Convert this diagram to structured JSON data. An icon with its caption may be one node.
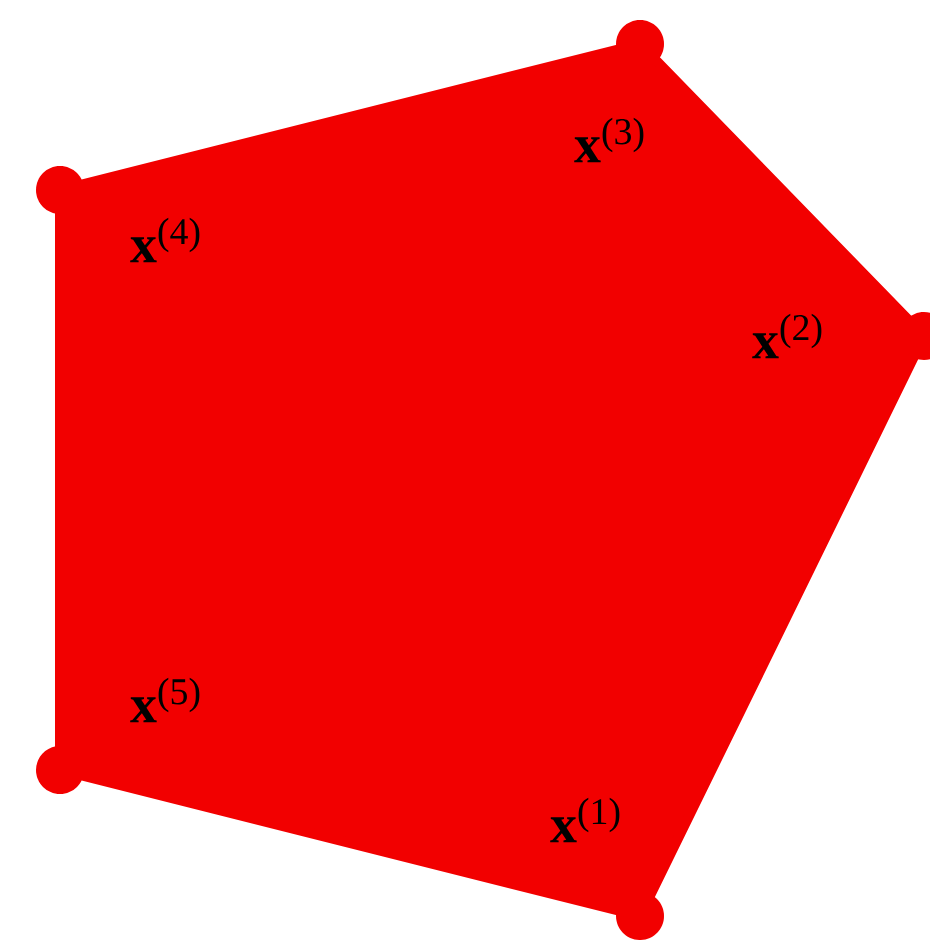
{
  "diagram": {
    "nodes": [
      {
        "text": [],
        "shape": "circle",
        "beside": [
          "**x**$^{(1)}$"
        ]
      },
      {
        "text": [],
        "shape": "circle",
        "beside": [
          "**x**$^{(2)}$"
        ]
      },
      {
        "text": [],
        "shape": "circle",
        "beside": [
          "**x**$^{(3)}$"
        ]
      },
      {
        "text": [],
        "shape": "circle",
        "beside": [
          "**x**$^{(4)}$"
        ]
      },
      {
        "text": [],
        "shape": "circle",
        "beside": [
          "**x**$^{(5)}$"
        ]
      }
    ],
    "edges": [
      {
        "from": 0,
        "to": 1,
        "arrow": "none"
      },
      {
        "from": 1,
        "to": 2,
        "arrow": "none"
      },
      {
        "from": 2,
        "to": 3,
        "arrow": "none"
      },
      {
        "from": 3,
        "to": 4,
        "arrow": "none"
      },
      {
        "from": 4,
        "to": 0,
        "arrow": "none"
      }
    ]
  }
}
